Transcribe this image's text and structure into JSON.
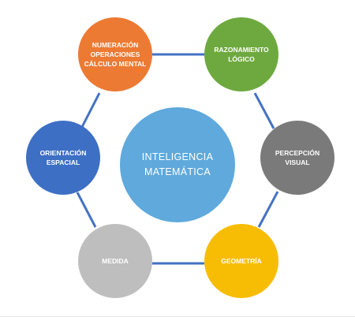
{
  "diagram": {
    "center": {
      "label": "INTELIGENCIA\nMATEMÁTICA",
      "color": "#5fa9dc"
    },
    "nodes": [
      {
        "id": "numeracion",
        "label": "NUMERACIÓN\nOPERACIONES\nCÁLCULO MENTAL",
        "color": "#ec7a33"
      },
      {
        "id": "razonamiento",
        "label": "RAZONAMIENTO\nLÓGICO",
        "color": "#6ea93f"
      },
      {
        "id": "percepcion",
        "label": "PERCEPCIÓN\nVISUAL",
        "color": "#7a7a7a"
      },
      {
        "id": "geometria",
        "label": "GEOMETRÍA",
        "color": "#f7bd05"
      },
      {
        "id": "medida",
        "label": "MEDIDA",
        "color": "#bebebe"
      },
      {
        "id": "orientacion",
        "label": "ORIENTACIÓN\nESPACIAL",
        "color": "#3d6fc4"
      }
    ],
    "link_color": "#4472c4"
  }
}
